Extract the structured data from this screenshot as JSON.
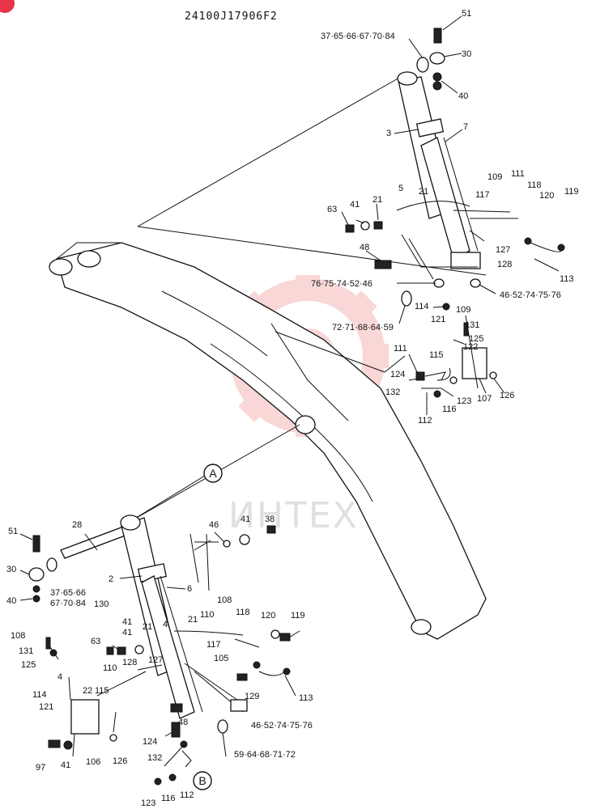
{
  "document": {
    "part_number": "24100J17906F2",
    "watermark_text": "ИНТЕХ",
    "colors": {
      "ink": "#111111",
      "watermark_red": "#f5b8b8",
      "watermark_gray": "#c8c8c8",
      "badge": "#e8334a"
    }
  },
  "callouts": {
    "top_group": [
      "51",
      "37·65·66·67·70·84",
      "30",
      "40",
      "3",
      "7",
      "109",
      "111",
      "118",
      "120",
      "119",
      "117",
      "5",
      "21",
      "21",
      "63",
      "41",
      "48",
      "127",
      "128",
      "113",
      "76·75·74·52·46",
      "46·52·74·75·76",
      "114",
      "121",
      "109",
      "131",
      "125",
      "72·71·68·64·59",
      "111",
      "115",
      "122",
      "124",
      "132",
      "107",
      "126",
      "123",
      "116",
      "112"
    ],
    "bottom_group": [
      "28",
      "46",
      "41",
      "38",
      "51",
      "30",
      "37·65·66",
      "67·70·84",
      "40",
      "2",
      "6",
      "130",
      "41",
      "63",
      "41",
      "108",
      "131",
      "125",
      "4",
      "114",
      "121",
      "21",
      "4",
      "21",
      "110",
      "108",
      "118",
      "120",
      "119",
      "128",
      "127",
      "110",
      "22",
      "115",
      "117",
      "105",
      "129",
      "113",
      "48",
      "124",
      "46·52·74·75·76",
      "97",
      "41",
      "106",
      "126",
      "132",
      "59·64·68·71·72",
      "123",
      "116",
      "112"
    ],
    "view_markers": [
      "A",
      "B"
    ]
  }
}
